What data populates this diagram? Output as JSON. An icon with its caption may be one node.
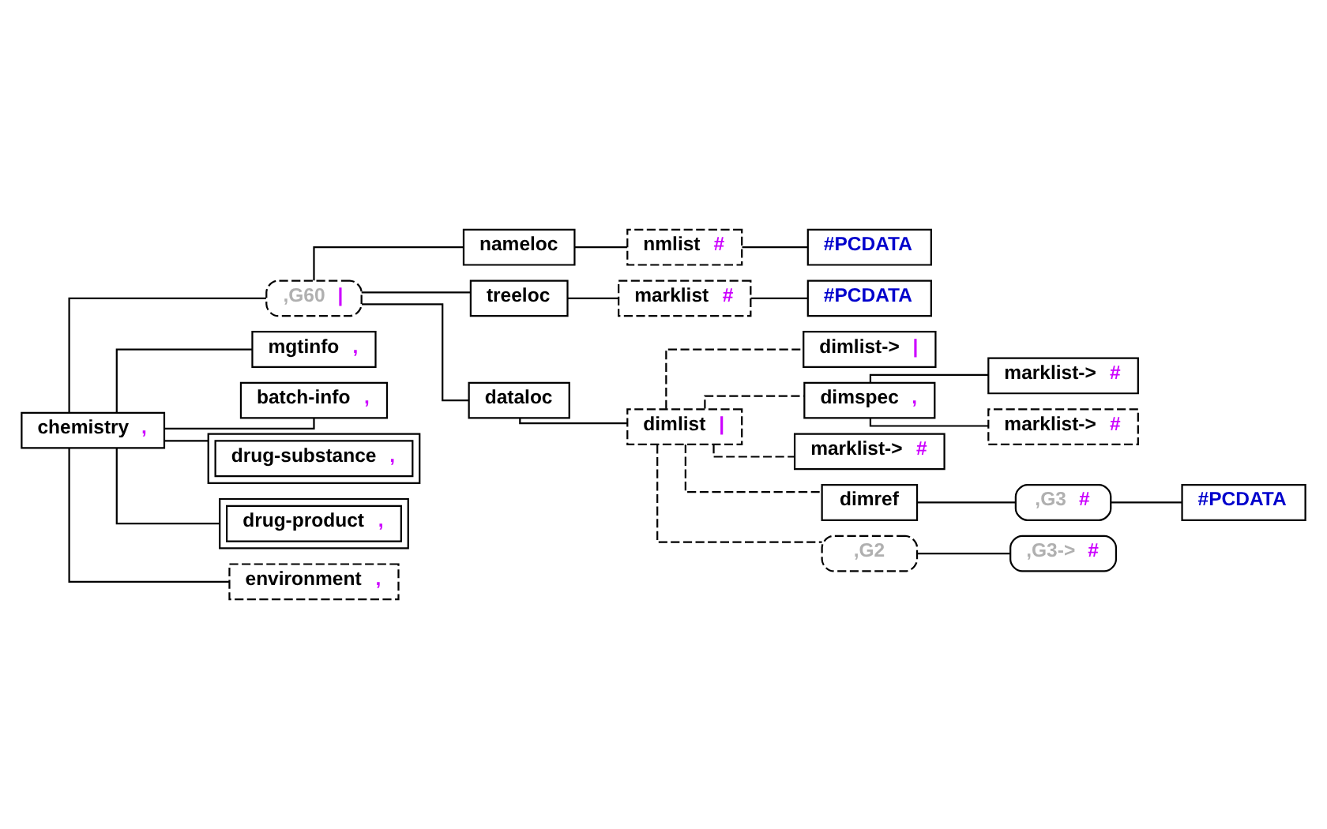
{
  "diagram": {
    "nodes": [
      {
        "text": [
          "chemistry",
          ","
        ]
      },
      {
        "text": [
          ",G60",
          "|"
        ]
      },
      {
        "text": [
          "nameloc"
        ]
      },
      {
        "text": [
          "nmlist",
          "#"
        ]
      },
      {
        "text": [
          "#PCDATA"
        ]
      },
      {
        "text": [
          "treeloc"
        ]
      },
      {
        "text": [
          "marklist",
          "#"
        ]
      },
      {
        "text": [
          "#PCDATA"
        ]
      },
      {
        "text": [
          "dataloc"
        ]
      },
      {
        "text": [
          "dimlist",
          "|"
        ]
      },
      {
        "text": [
          "dimlist->",
          "|"
        ]
      },
      {
        "text": [
          "dimspec",
          ","
        ]
      },
      {
        "text": [
          "marklist->",
          "#"
        ]
      },
      {
        "text": [
          "marklist->",
          "#"
        ]
      },
      {
        "text": [
          "marklist->",
          "#"
        ]
      },
      {
        "text": [
          "dimref"
        ]
      },
      {
        "text": [
          ",G3",
          "#"
        ]
      },
      {
        "text": [
          "#PCDATA"
        ]
      },
      {
        "text": [
          ",G2"
        ]
      },
      {
        "text": [
          ",G3->",
          "#"
        ]
      },
      {
        "text": [
          "mgtinfo",
          ","
        ]
      },
      {
        "text": [
          "batch-info",
          ","
        ]
      },
      {
        "text": [
          "drug-substance",
          ","
        ]
      },
      {
        "text": [
          "drug-product",
          ","
        ]
      },
      {
        "text": [
          "environment",
          ","
        ]
      }
    ],
    "edges": [
      {
        "from": 0,
        "to": 1,
        "arrow": "none"
      },
      {
        "from": 1,
        "to": 2,
        "arrow": "none"
      },
      {
        "from": 1,
        "to": 5,
        "arrow": "none"
      },
      {
        "from": 1,
        "to": 8,
        "arrow": "none"
      },
      {
        "from": 2,
        "to": 3,
        "arrow": "none"
      },
      {
        "from": 3,
        "to": 4,
        "arrow": "none"
      },
      {
        "from": 5,
        "to": 6,
        "arrow": "none"
      },
      {
        "from": 6,
        "to": 7,
        "arrow": "none"
      },
      {
        "from": 8,
        "to": 9,
        "arrow": "none"
      },
      {
        "from": 9,
        "to": 10,
        "arrow": "none",
        "style": "dashed"
      },
      {
        "from": 9,
        "to": 11,
        "arrow": "none",
        "style": "dashed"
      },
      {
        "from": 9,
        "to": 14,
        "arrow": "none",
        "style": "dashed"
      },
      {
        "from": 9,
        "to": 15,
        "arrow": "none",
        "style": "dashed"
      },
      {
        "from": 9,
        "to": 18,
        "arrow": "none",
        "style": "dashed"
      },
      {
        "from": 11,
        "to": 12,
        "arrow": "none"
      },
      {
        "from": 11,
        "to": 13,
        "arrow": "none"
      },
      {
        "from": 15,
        "to": 16,
        "arrow": "none"
      },
      {
        "from": 16,
        "to": 17,
        "arrow": "none"
      },
      {
        "from": 18,
        "to": 19,
        "arrow": "none"
      },
      {
        "from": 0,
        "to": 20,
        "arrow": "none"
      },
      {
        "from": 0,
        "to": 21,
        "arrow": "none"
      },
      {
        "from": 0,
        "to": 22,
        "arrow": "none"
      },
      {
        "from": 0,
        "to": 23,
        "arrow": "none"
      },
      {
        "from": 0,
        "to": 24,
        "arrow": "none"
      }
    ]
  }
}
